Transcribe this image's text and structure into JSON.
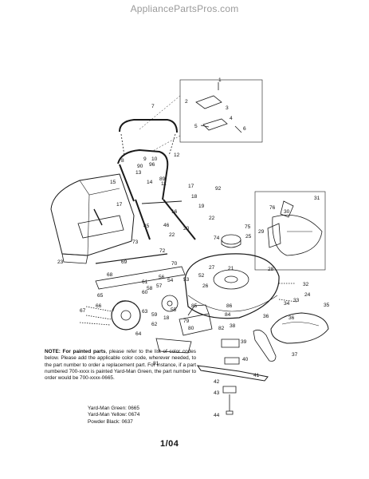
{
  "header": {
    "site": "AppliancePartsPros.com"
  },
  "note": {
    "lead": "NOTE: For",
    "bold": "painted parts",
    "text": ", please refer to the list of color codes below. Please add the applicable color code, wherever needed, to the part number to order a replacement part. For instance, if a part numbered 700-xxxx is painted Yard-Man Green, the part number to order would be 700-xxxx-0665."
  },
  "color_codes": [
    "Yard-Man Green: 0665",
    "Yard-Man Yellow: 0674",
    "Powder Black: 0637"
  ],
  "page_number": "1/04",
  "callouts": [
    "1",
    "2",
    "3",
    "4",
    "5",
    "6",
    "7",
    "8",
    "90",
    "9",
    "96",
    "10",
    "12",
    "11",
    "14",
    "15",
    "89",
    "13",
    "17",
    "92",
    "19",
    "18",
    "17",
    "16",
    "22",
    "76",
    "31",
    "30",
    "29",
    "34",
    "33",
    "24",
    "35",
    "23",
    "73",
    "45",
    "46",
    "20",
    "21",
    "22",
    "72",
    "74",
    "75",
    "25",
    "69",
    "70",
    "28",
    "27",
    "68",
    "61",
    "56",
    "54",
    "53",
    "52",
    "32",
    "60",
    "57",
    "58",
    "26",
    "65",
    "66",
    "67",
    "59",
    "63",
    "62",
    "55",
    "18",
    "85",
    "86",
    "84",
    "36",
    "36",
    "64",
    "81",
    "80",
    "79",
    "82",
    "38",
    "37",
    "39",
    "40",
    "41",
    "42",
    "43",
    "44"
  ]
}
